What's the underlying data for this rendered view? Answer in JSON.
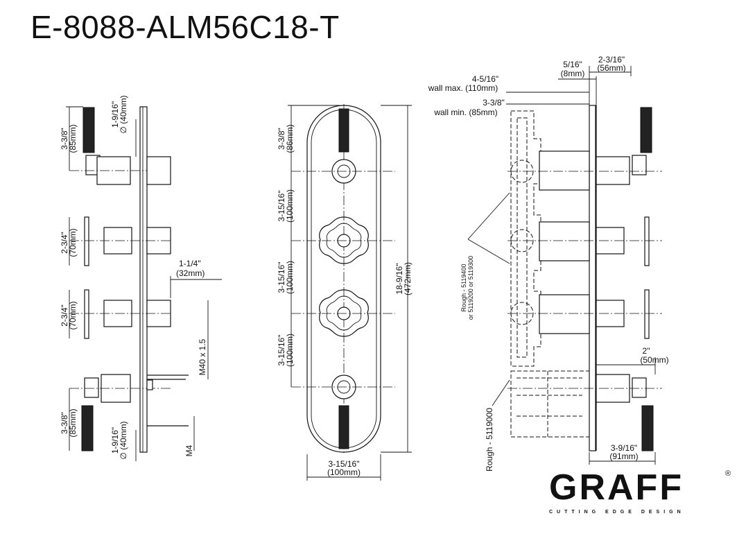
{
  "title": "E-8088-ALM56C18-T",
  "brand": {
    "name": "GRAFF",
    "registered": "®",
    "tagline": "CUTTING EDGE DESIGN"
  },
  "side_view": {
    "dims": [
      "3-3/8\"",
      "(85mm)",
      "1-9/16\"",
      "∅ (40mm)",
      "2-3/4\"",
      "(70mm)",
      "2-3/4\"",
      "(70mm)",
      "1-1/4\"",
      "(32mm)",
      "M40 x 1.5",
      "3-3/8\"",
      "(85mm)",
      "1-9/16\"",
      "∅ (40mm)",
      "M4"
    ]
  },
  "front_view": {
    "dims": [
      "3-3/8\"",
      "(86mm)",
      "3-15/16\"",
      "(100mm)",
      "3-15/16\"",
      "(100mm)",
      "3-15/16\"",
      "(100mm)",
      "18-9/16\"",
      "(472mm)",
      "3-15/16\"",
      "(100mm)"
    ]
  },
  "rough_view": {
    "dims": [
      "5/16\"",
      "(8mm)",
      "2-3/16\"",
      "(56mm)",
      "4-5/16\"",
      "wall max. (110mm)",
      "3-3/8\"",
      "wall min. (85mm)",
      "2\"",
      "(50mm)",
      "3-9/16\"",
      "(91mm)"
    ],
    "rough_labels": [
      "Rough - 5119400",
      "or 5119200 or 5119300",
      "Rough - 5119000"
    ]
  }
}
